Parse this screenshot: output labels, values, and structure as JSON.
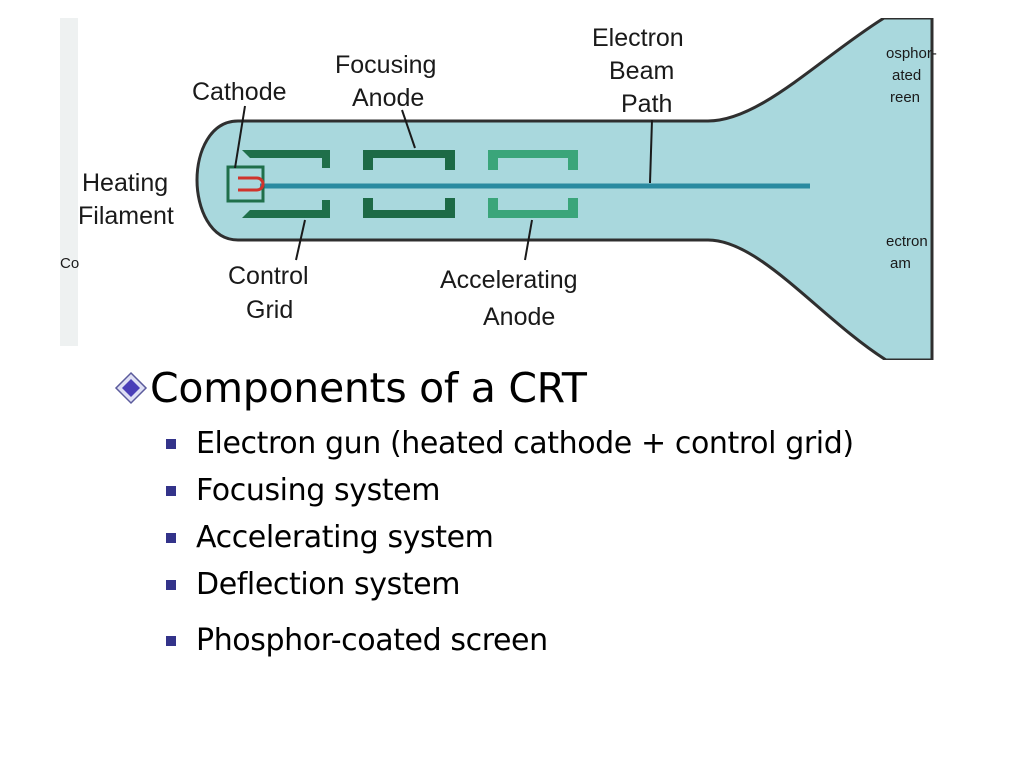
{
  "diagram": {
    "labels": {
      "cathode": "Cathode",
      "focusing_line1": "Focusing",
      "focusing_line2": "Anode",
      "electron_line1": "Electron",
      "electron_line2": "Beam",
      "electron_line3": "Path",
      "heating_line1": "Heating",
      "heating_line2": "Filament",
      "control_line1": "Control",
      "control_line2": "Grid",
      "accel_line1": "Accelerating",
      "accel_line2": "Anode",
      "cropped_phosphor1": "osphor-",
      "cropped_phosphor2": "ated",
      "cropped_phosphor3": "reen",
      "cropped_electron1": "ectron",
      "cropped_electron2": "am",
      "cropped_left": "Co"
    },
    "colors": {
      "tube": "#a9d8dd",
      "outline": "#2f2f2f",
      "grid_dark": "#1f6f4a",
      "focus_dark": "#1d6a46",
      "accel": "#3aa57a",
      "beam": "#2a8aa0",
      "filament": "#d0342c"
    }
  },
  "slide": {
    "title": "Components of a CRT",
    "bullets": [
      "Electron gun (heated cathode + control grid)",
      "Focusing system",
      "Accelerating system",
      "Deflection system",
      "Phosphor-coated screen"
    ],
    "bullet_color": "#33338a",
    "title_icon": "diamond-bullet-icon"
  }
}
